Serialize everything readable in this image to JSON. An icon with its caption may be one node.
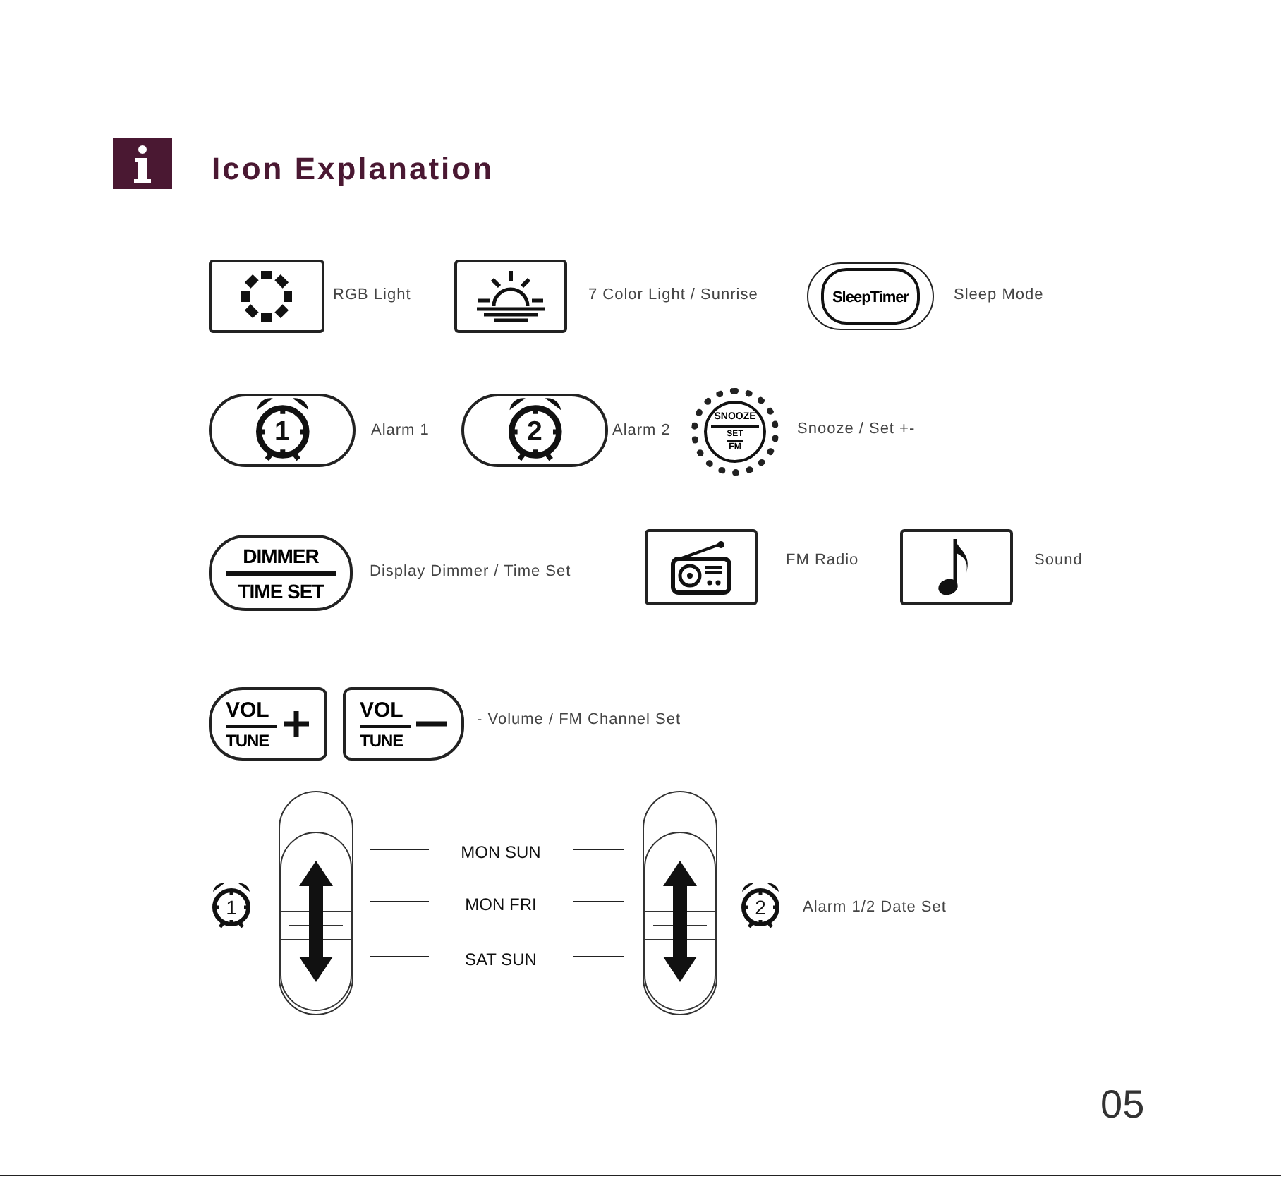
{
  "diagram": {
    "title": "Icon Explanation",
    "nodes": [
      {
        "text": [
          "SleepTimer"
        ],
        "beside": [
          "Sleep Mode"
        ]
      },
      {
        "text": [
          "1"
        ],
        "beside": [
          "Alarm 1"
        ]
      },
      {
        "text": [
          "2"
        ],
        "beside": [
          "Alarm 2"
        ]
      },
      {
        "text": [
          "SNOOZE",
          "SET",
          "FM"
        ],
        "beside": [
          "Snooze / Set +-"
        ]
      },
      {
        "text": [
          "DIMMER",
          "TIME SET"
        ],
        "beside": [
          "Display Dimmer / Time Set"
        ]
      },
      {
        "text": [
          "VOL",
          "TUNE"
        ]
      },
      {
        "text": [
          "VOL",
          "TUNE"
        ],
        "beside": [
          "- Volume / FM Channel Set"
        ]
      },
      {
        "text": [
          "1"
        ]
      },
      {
        "text": [
          "2"
        ],
        "beside": [
          "Alarm 1/2 Date Set"
        ]
      }
    ],
    "labels": [
      "RGB Light",
      "7 Color Light / Sunrise",
      "FM Radio",
      "Sound",
      "MON SUN",
      "MON FRI",
      "SAT SUN",
      "05"
    ]
  }
}
